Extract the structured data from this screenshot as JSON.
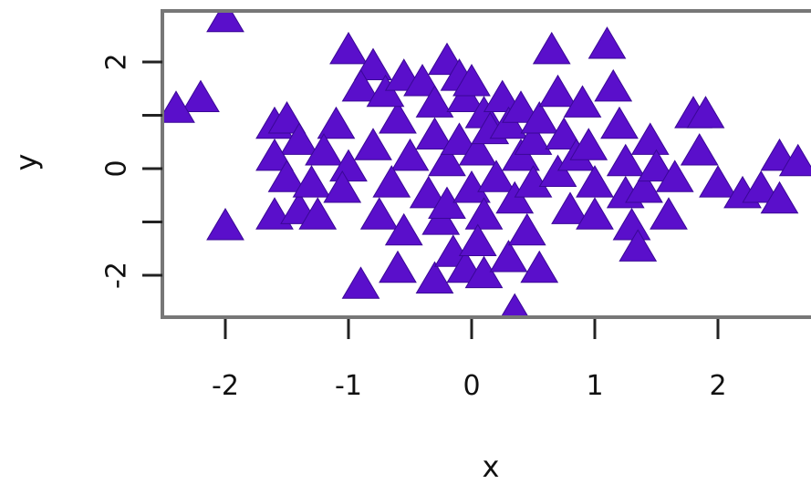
{
  "chart_data": {
    "type": "scatter",
    "xlabel": "x",
    "ylabel": "y",
    "xlim": [
      -2.5,
      2.8
    ],
    "ylim": [
      -2.8,
      3.0
    ],
    "x_ticks": [
      -2,
      -1,
      0,
      1,
      2
    ],
    "y_ticks": [
      -2,
      0,
      2
    ],
    "x_tick_labels": [
      "-2",
      "-1",
      "0",
      "1",
      "2"
    ],
    "y_tick_labels": [
      "-2",
      "0",
      "2"
    ],
    "grid": false,
    "marker": "triangle",
    "marker_color": "#5a0fcb",
    "points": [
      [
        -2.0,
        2.8
      ],
      [
        -2.2,
        1.3
      ],
      [
        -2.4,
        1.1
      ],
      [
        -2.0,
        -1.1
      ],
      [
        -1.6,
        0.8
      ],
      [
        -1.5,
        0.9
      ],
      [
        -1.4,
        0.5
      ],
      [
        -1.6,
        0.2
      ],
      [
        -1.5,
        -0.2
      ],
      [
        -1.6,
        -0.9
      ],
      [
        -1.4,
        -0.8
      ],
      [
        -1.25,
        -0.9
      ],
      [
        -1.0,
        2.2
      ],
      [
        -0.8,
        1.9
      ],
      [
        -0.9,
        1.5
      ],
      [
        -1.1,
        0.8
      ],
      [
        -1.2,
        0.3
      ],
      [
        -1.0,
        0.0
      ],
      [
        -1.3,
        -0.3
      ],
      [
        -1.05,
        -0.4
      ],
      [
        -0.9,
        -2.2
      ],
      [
        -0.6,
        -1.9
      ],
      [
        -0.75,
        -0.9
      ],
      [
        -0.55,
        -1.2
      ],
      [
        -0.8,
        0.4
      ],
      [
        -0.6,
        0.9
      ],
      [
        -0.7,
        1.4
      ],
      [
        -0.55,
        1.7
      ],
      [
        -0.5,
        0.2
      ],
      [
        -0.65,
        -0.3
      ],
      [
        -0.4,
        1.6
      ],
      [
        -0.3,
        1.2
      ],
      [
        -0.2,
        2.0
      ],
      [
        -0.1,
        1.7
      ],
      [
        -0.3,
        0.6
      ],
      [
        -0.2,
        0.1
      ],
      [
        -0.35,
        -0.5
      ],
      [
        -0.25,
        -1.0
      ],
      [
        -0.3,
        -2.1
      ],
      [
        -0.15,
        -1.6
      ],
      [
        -0.05,
        -1.9
      ],
      [
        -0.2,
        -0.7
      ],
      [
        -0.1,
        0.5
      ],
      [
        -0.05,
        1.3
      ],
      [
        0.0,
        1.6
      ],
      [
        0.1,
        1.0
      ],
      [
        0.05,
        0.3
      ],
      [
        0.0,
        -0.4
      ],
      [
        0.1,
        -0.9
      ],
      [
        0.05,
        -1.4
      ],
      [
        0.1,
        -2.0
      ],
      [
        0.15,
        0.7
      ],
      [
        0.2,
        -0.2
      ],
      [
        0.25,
        1.3
      ],
      [
        0.3,
        0.8
      ],
      [
        0.35,
        -0.6
      ],
      [
        0.3,
        -1.7
      ],
      [
        0.35,
        -2.7
      ],
      [
        0.4,
        0.2
      ],
      [
        0.4,
        1.1
      ],
      [
        0.45,
        -1.2
      ],
      [
        0.5,
        0.5
      ],
      [
        0.5,
        -0.3
      ],
      [
        0.55,
        -1.9
      ],
      [
        0.55,
        0.9
      ],
      [
        0.65,
        2.2
      ],
      [
        0.7,
        1.4
      ],
      [
        0.75,
        0.6
      ],
      [
        0.7,
        -0.1
      ],
      [
        0.8,
        -0.8
      ],
      [
        0.85,
        0.2
      ],
      [
        0.9,
        1.2
      ],
      [
        0.95,
        0.4
      ],
      [
        1.0,
        -0.3
      ],
      [
        1.0,
        -0.9
      ],
      [
        1.1,
        2.3
      ],
      [
        1.15,
        1.5
      ],
      [
        1.2,
        0.8
      ],
      [
        1.25,
        0.1
      ],
      [
        1.25,
        -0.5
      ],
      [
        1.3,
        -1.1
      ],
      [
        1.35,
        -1.5
      ],
      [
        1.4,
        -0.4
      ],
      [
        1.45,
        0.5
      ],
      [
        1.5,
        0.0
      ],
      [
        1.6,
        -0.9
      ],
      [
        1.65,
        -0.2
      ],
      [
        1.8,
        1.0
      ],
      [
        1.9,
        1.0
      ],
      [
        1.85,
        0.3
      ],
      [
        2.0,
        -0.3
      ],
      [
        2.2,
        -0.5
      ],
      [
        2.35,
        -0.4
      ],
      [
        2.5,
        0.2
      ],
      [
        2.5,
        -0.6
      ],
      [
        2.65,
        0.1
      ]
    ]
  }
}
